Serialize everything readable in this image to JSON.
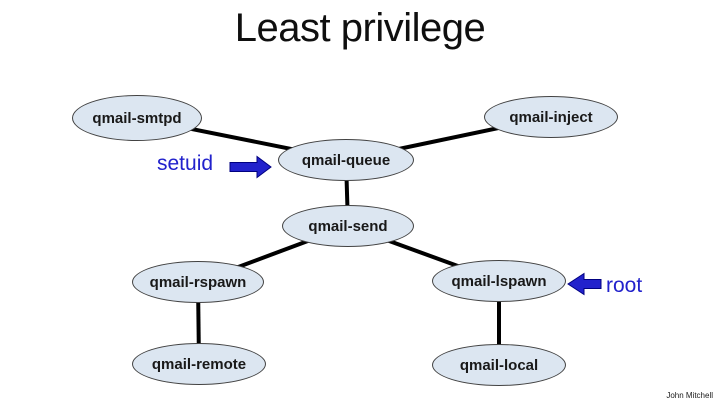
{
  "slide": {
    "title": "Least privilege",
    "footer": "John Mitchell"
  },
  "colors": {
    "node_fill": "#dce6f1",
    "node_border": "#424242",
    "edge": "#000000",
    "accent_blue": "#2222cc",
    "title_text": "#0f0f0f"
  },
  "diagram": {
    "nodes": [
      {
        "id": "qmail-smtpd",
        "label": "qmail-smtpd"
      },
      {
        "id": "qmail-inject",
        "label": "qmail-inject"
      },
      {
        "id": "qmail-queue",
        "label": "qmail-queue"
      },
      {
        "id": "qmail-send",
        "label": "qmail-send"
      },
      {
        "id": "qmail-rspawn",
        "label": "qmail-rspawn"
      },
      {
        "id": "qmail-lspawn",
        "label": "qmail-lspawn"
      },
      {
        "id": "qmail-remote",
        "label": "qmail-remote"
      },
      {
        "id": "qmail-local",
        "label": "qmail-local"
      }
    ],
    "edges": [
      [
        "qmail-smtpd",
        "qmail-queue"
      ],
      [
        "qmail-inject",
        "qmail-queue"
      ],
      [
        "qmail-queue",
        "qmail-send"
      ],
      [
        "qmail-send",
        "qmail-rspawn"
      ],
      [
        "qmail-send",
        "qmail-lspawn"
      ],
      [
        "qmail-rspawn",
        "qmail-remote"
      ],
      [
        "qmail-lspawn",
        "qmail-local"
      ]
    ],
    "annotations": [
      {
        "label": "setuid",
        "arrow_direction": "right",
        "points_to": "qmail-queue"
      },
      {
        "label": "root",
        "arrow_direction": "left",
        "points_to": "qmail-lspawn"
      }
    ]
  }
}
